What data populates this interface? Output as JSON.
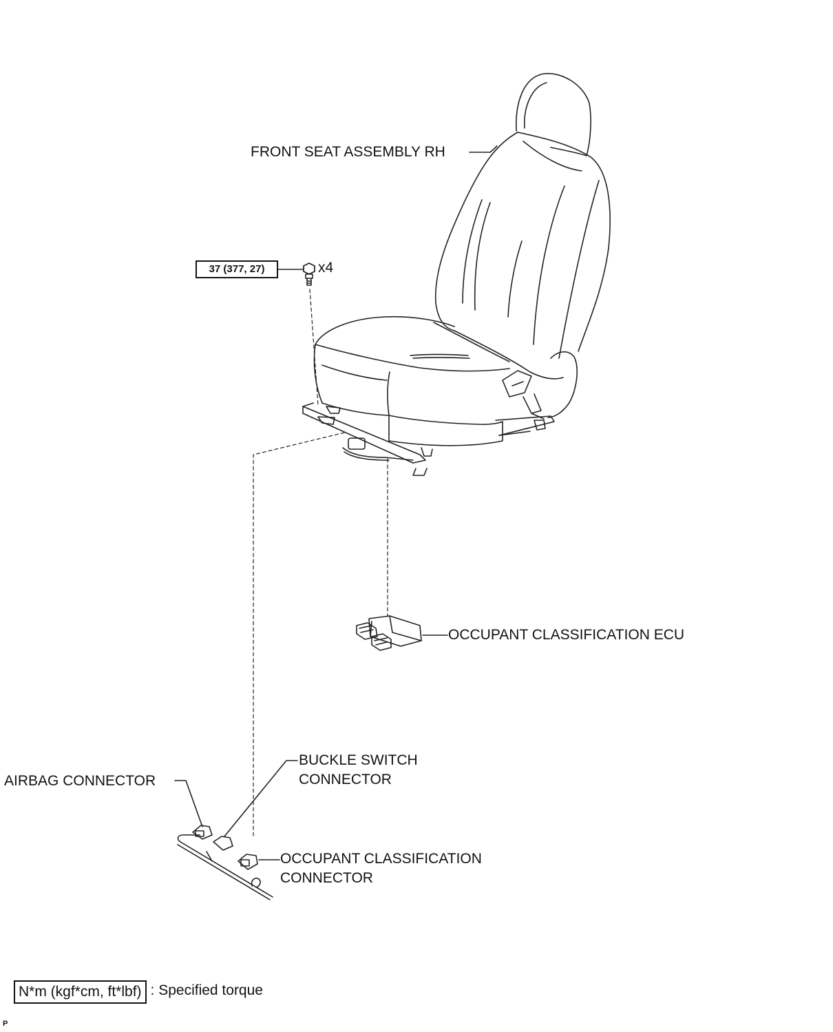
{
  "labels": {
    "seat": "FRONT SEAT ASSEMBLY RH",
    "torque_value": "37 (377, 27)",
    "bolt_qty": "x4",
    "ecu": "OCCUPANT CLASSIFICATION ECU",
    "buckle_line1": "BUCKLE SWITCH",
    "buckle_line2": "CONNECTOR",
    "airbag": "AIRBAG CONNECTOR",
    "occupant_line1": "OCCUPANT CLASSIFICATION",
    "occupant_line2": "CONNECTOR"
  },
  "legend": {
    "unit": "N*m (kgf*cm, ft*lbf)",
    "text": ": Specified torque"
  },
  "corner_mark": "P",
  "icons": [
    "bolt-icon",
    "seat-illustration",
    "ecu-illustration",
    "wire-harness-illustration"
  ]
}
